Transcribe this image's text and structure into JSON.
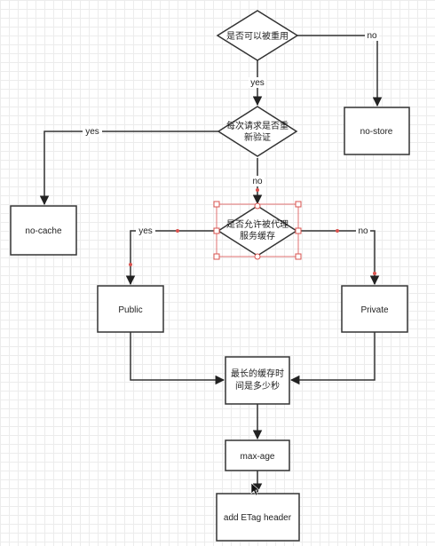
{
  "nodes": {
    "d1": "是否可以被重用",
    "d2_line1": "每次请求是否重",
    "d2_line2": "新验证",
    "d3_line1": "是否允许被代理",
    "d3_line2": "服务缓存",
    "no_store": "no-store",
    "no_cache": "no-cache",
    "public": "Public",
    "private": "Private",
    "maxage_q_line1": "最长的缓存时",
    "maxage_q_line2": "间是多少秒",
    "max_age": "max-age",
    "etag": "add ETag header"
  },
  "edges": {
    "d1_no": "no",
    "d1_yes": "yes",
    "d2_yes": "yes",
    "d2_no": "no",
    "d3_yes": "yes",
    "d3_no": "no"
  }
}
